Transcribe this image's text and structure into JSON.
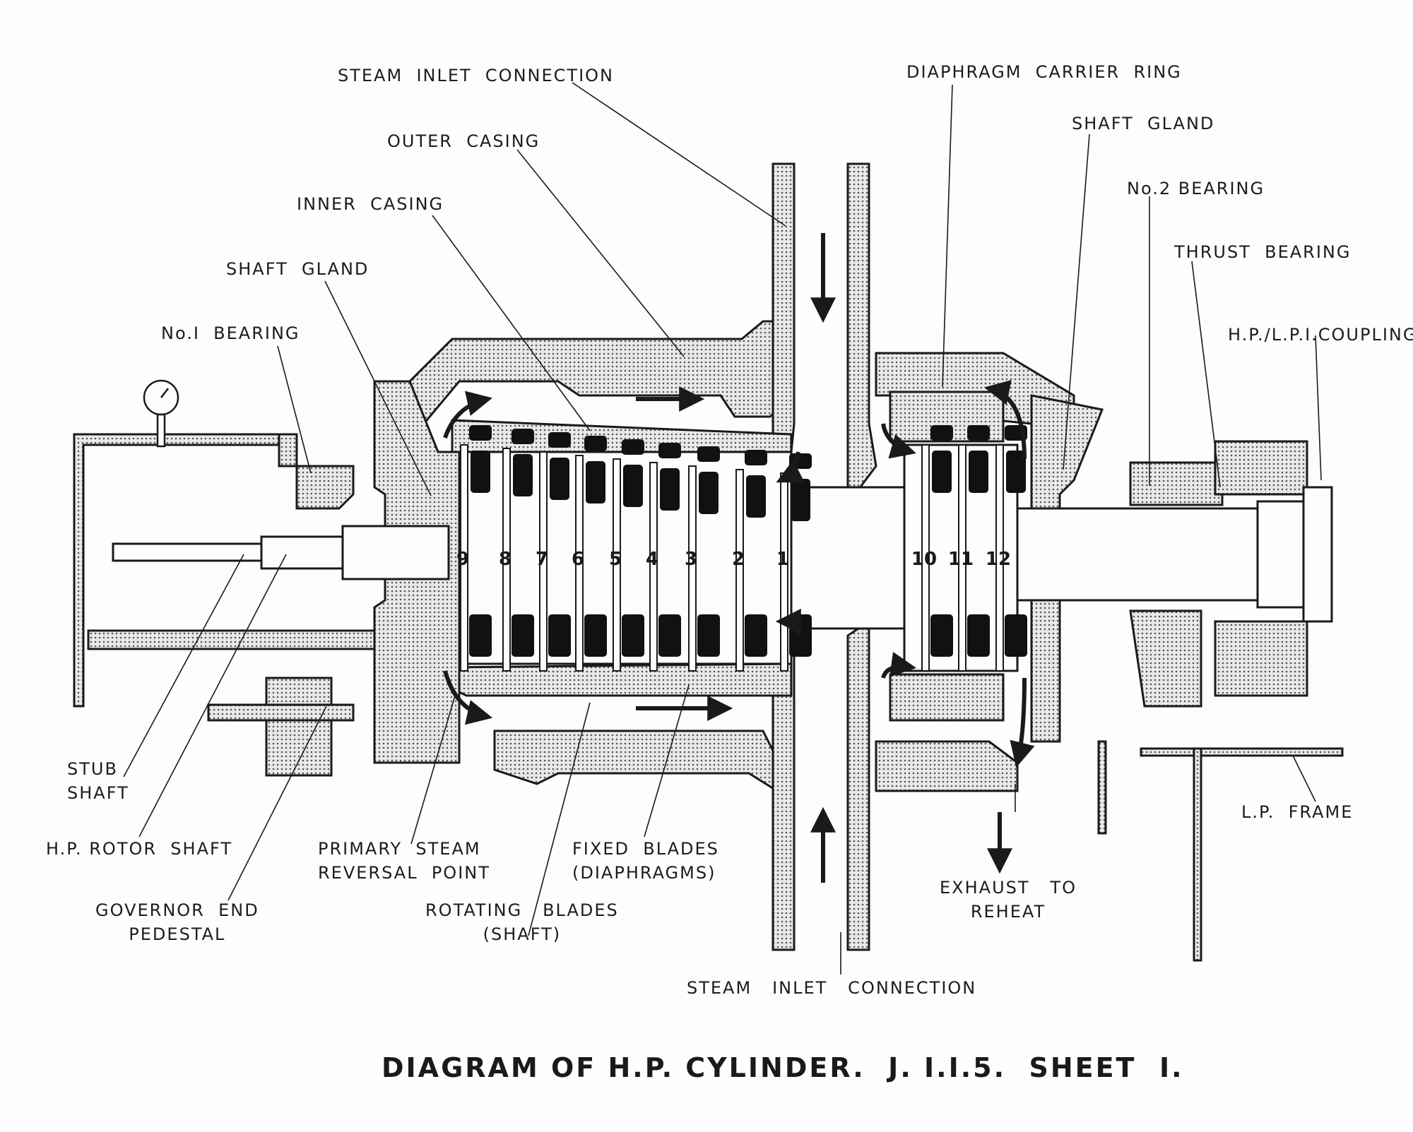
{
  "title": "DIAGRAM OF H.P. CYLINDER.  J. I.I.5.  SHEET  I.",
  "labels": {
    "steam_inlet_top": "STEAM  INLET  CONNECTION",
    "outer_casing": "OUTER  CASING",
    "inner_casing": "INNER  CASING",
    "shaft_gland_left": "SHAFT  GLAND",
    "no1_bearing": "No.I  BEARING",
    "diaphragm_carrier_ring": "DIAPHRAGM  CARRIER  RING",
    "shaft_gland_right": "SHAFT  GLAND",
    "no2_bearing": "No.2 BEARING",
    "thrust_bearing": "THRUST  BEARING",
    "coupling": "H.P./L.P.I.COUPLING",
    "stub_shaft": "STUB\nSHAFT",
    "hp_rotor_shaft": "H.P. ROTOR  SHAFT",
    "governor_end_pedestal": "GOVERNOR  END\nPEDESTAL",
    "primary_steam_reversal": "PRIMARY  STEAM\nREVERSAL  POINT",
    "rotating_blades": "ROTATING   BLADES\n(SHAFT)",
    "fixed_blades": "FIXED  BLADES\n(DIAPHRAGMS)",
    "exhaust_to_reheat": "EXHAUST   TO\nREHEAT",
    "steam_inlet_bottom": "STEAM   INLET   CONNECTION",
    "lp_frame": "L.P.  FRAME"
  },
  "stages": [
    "9",
    "8",
    "7",
    "6",
    "5",
    "4",
    "3",
    "2",
    "1",
    "10",
    "11",
    "12"
  ],
  "colors": {
    "ink": "#1a1a1a",
    "paper": "#fdfdfd",
    "hatch": "#bdbdbd"
  }
}
